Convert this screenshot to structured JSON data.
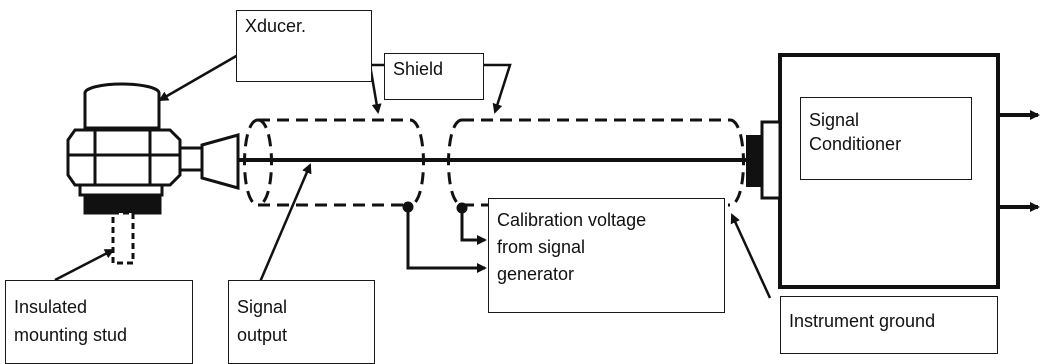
{
  "labels": {
    "xducer": "Xducer.",
    "shield": "Shield",
    "signal_conditioner": [
      "Signal",
      "Conditioner"
    ],
    "calibration": [
      "Calibration voltage",
      "from signal",
      "generator"
    ],
    "insulated_stud": [
      "Insulated",
      "mounting stud"
    ],
    "signal_output": [
      "Signal",
      "output"
    ],
    "instrument_ground": "Instrument ground"
  }
}
